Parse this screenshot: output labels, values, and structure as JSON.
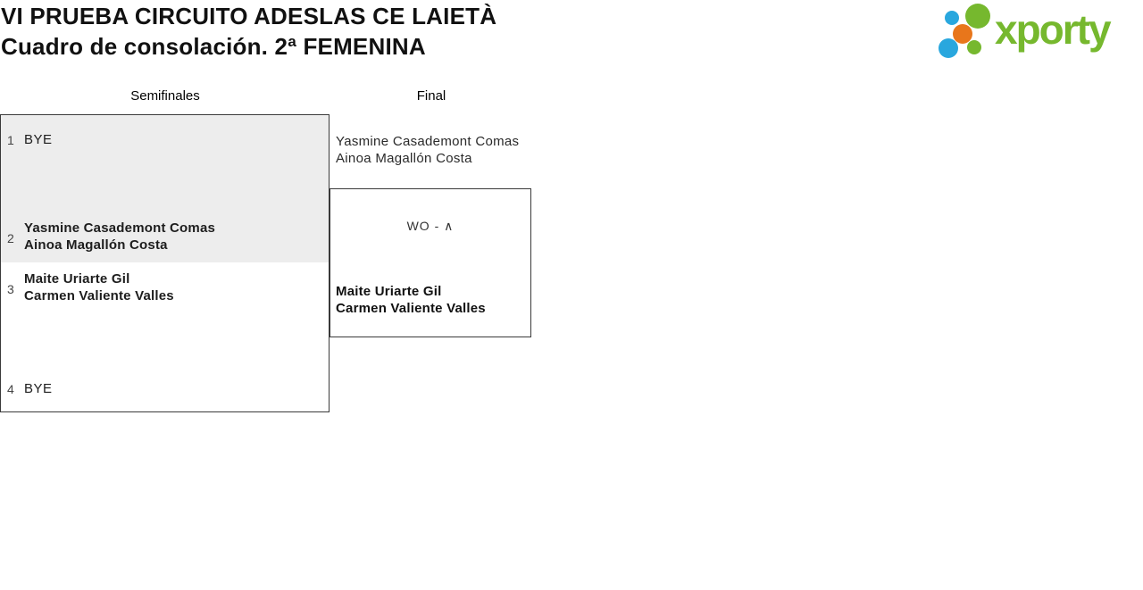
{
  "page": {
    "title_line1": "VI PRUEBA CIRCUITO ADESLAS CE LAIETÀ",
    "title_line2": "Cuadro de consolación. 2ª FEMENINA"
  },
  "logo": {
    "wordmark": "xporty",
    "colors": {
      "green": "#76B82E",
      "blue": "#29A7DE",
      "orange": "#E8761B"
    }
  },
  "bracket": {
    "round_headers": [
      "Semifinales",
      "Final"
    ],
    "colors": {
      "highlight_fill": "#EDEDED",
      "border": "#3A3A3A",
      "text": "#1D1D1D"
    },
    "semifinals": {
      "match1": {
        "highlighted": true,
        "slot_top": {
          "seed": "1",
          "line1": "BYE"
        },
        "slot_bottom": {
          "seed": "2",
          "line1": "Yasmine Casademont Comas",
          "line2": "Ainoa Magallón Costa"
        }
      },
      "match2": {
        "highlighted": false,
        "slot_top": {
          "seed": "3",
          "line1": "Maite Uriarte Gil",
          "line2": "Carmen Valiente Valles"
        },
        "slot_bottom": {
          "seed": "4",
          "line1": "BYE"
        }
      }
    },
    "final": {
      "top_team": {
        "line1": "Yasmine Casademont Comas",
        "line2": "Ainoa Magallón Costa"
      },
      "score": "WO - ∧",
      "bottom_team": {
        "line1": "Maite Uriarte Gil",
        "line2": "Carmen Valiente Valles"
      },
      "winner": "bottom"
    }
  }
}
